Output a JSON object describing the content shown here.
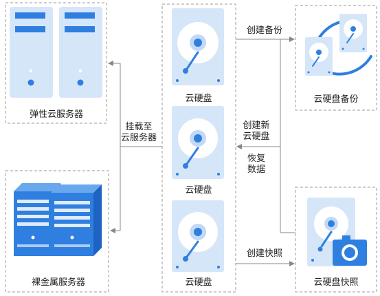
{
  "nodes": {
    "ecs": {
      "label": "弹性云服务器"
    },
    "bms": {
      "label": "裸金属服务器"
    },
    "disks": [
      "云硬盘",
      "云硬盘",
      "云硬盘"
    ],
    "backup": {
      "label": "云硬盘备份"
    },
    "snapshot": {
      "label": "云硬盘快照"
    }
  },
  "edges": {
    "attach": [
      "挂载至",
      "云服务器"
    ],
    "create_backup": "创建备份",
    "create_new": [
      "创建新",
      "云硬盘"
    ],
    "restore": [
      "恢复",
      "数据"
    ],
    "create_snapshot": "创建快照"
  },
  "colors": {
    "blue_dark": "#2f7fe0",
    "blue_light": "#d6e6f9",
    "line": "#888888",
    "frame": "#999999"
  }
}
